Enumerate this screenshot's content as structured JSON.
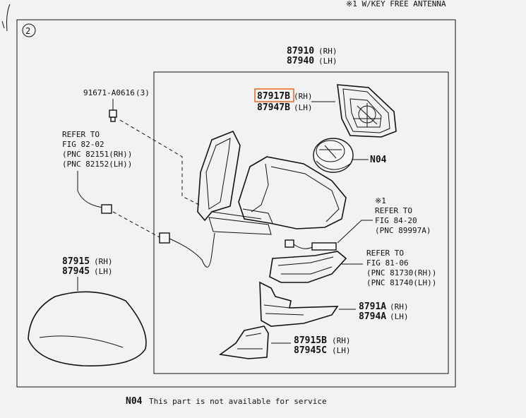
{
  "header_note": "※1 W/KEY FREE ANTENNA",
  "figure_index": "2",
  "assembly": {
    "part_rh": "87910",
    "side_rh": "(RH)",
    "part_lh": "87940",
    "side_lh": "(LH)"
  },
  "mirror_glass": {
    "part_rh": "87917B",
    "side_rh": "(RH)",
    "part_lh": "87947B",
    "side_lh": "(LH)",
    "highlight_color": "#e8702a"
  },
  "motor": {
    "code": "N04"
  },
  "screw": {
    "part": "91671-A0616",
    "qty": "(3)"
  },
  "wiring_ref": {
    "line1": "REFER TO",
    "line2": "FIG 82-02",
    "line3": "(PNC 82151(RH))",
    "line4": "(PNC 82152(LH))"
  },
  "antenna_ref": {
    "mark": "※1",
    "line1": "REFER TO",
    "line2": "FIG 84-20",
    "line3": "(PNC 89997A)"
  },
  "turn_lamp_ref": {
    "line1": "REFER TO",
    "line2": "FIG 81-06",
    "line3": "(PNC 81730(RH))",
    "line4": "(PNC 81740(LH))"
  },
  "cover": {
    "part_rh": "87915",
    "side_rh": "(RH)",
    "part_lh": "87945",
    "side_lh": "(LH)"
  },
  "lower_cover": {
    "part_rh": "8791A",
    "side_rh": "(RH)",
    "part_lh": "8794A",
    "side_lh": "(LH)"
  },
  "bottom_cover": {
    "part_rh": "87915B",
    "side_rh": "(RH)",
    "part_lh": "87945C",
    "side_lh": "(LH)"
  },
  "footer_note": {
    "code": "N04",
    "text": "This part is not available for service"
  }
}
